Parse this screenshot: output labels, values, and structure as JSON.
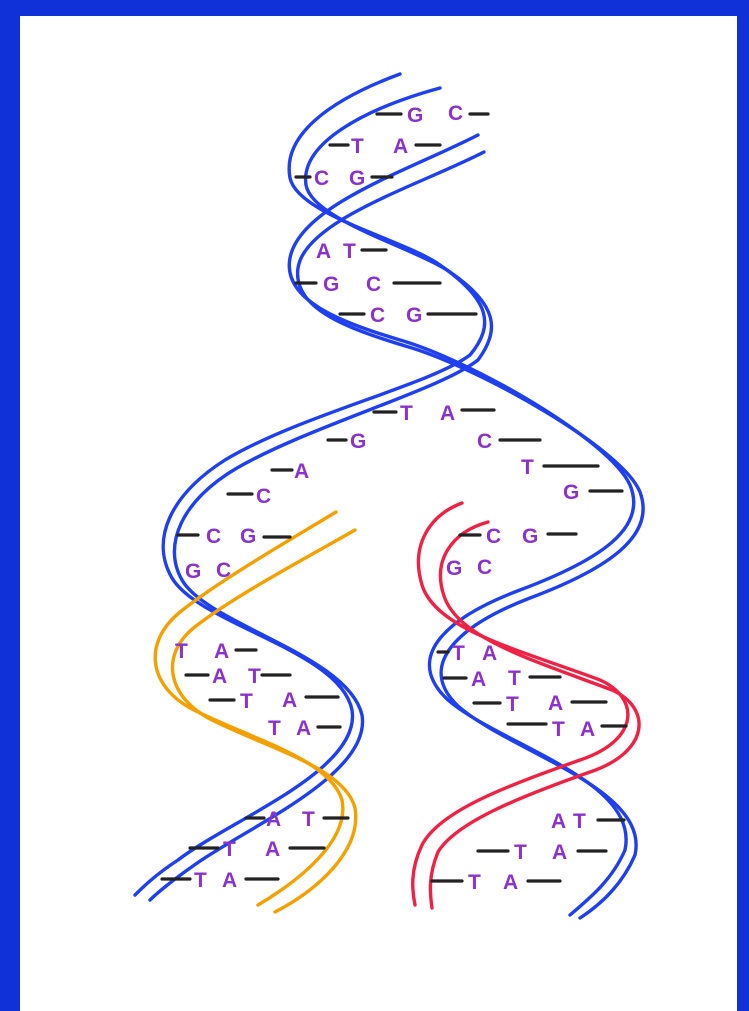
{
  "figure": {
    "background_color": "#1030d8",
    "panel_color": "#ffffff",
    "colors": {
      "parent_strand": "#1f3ff0",
      "new_strand_left": "#f2a100",
      "new_strand_right": "#ee2245",
      "base_letters": "#8a33cc",
      "bonds": "#222222"
    }
  },
  "parent_helix": {
    "pairs": [
      {
        "id": "p1",
        "left": "G",
        "right": "C"
      },
      {
        "id": "p2",
        "left": "T",
        "right": "A"
      },
      {
        "id": "p3",
        "left": "C",
        "right": "G"
      },
      {
        "id": "p4",
        "left": "A",
        "right": "T"
      },
      {
        "id": "p5",
        "left": "G",
        "right": "C"
      },
      {
        "id": "p6",
        "left": "C",
        "right": "G"
      },
      {
        "id": "p7",
        "left": "T",
        "right": "A"
      }
    ]
  },
  "fork": {
    "left_unpaired": [
      "G",
      "A",
      "C"
    ],
    "right_unpaired": [
      "C",
      "T",
      "G"
    ]
  },
  "left_daughter": {
    "pairs": [
      {
        "id": "l1",
        "left": "C",
        "right": "G"
      },
      {
        "id": "l2",
        "left": "G",
        "right": "C"
      },
      {
        "id": "l3",
        "left": "T",
        "right": "A"
      },
      {
        "id": "l4",
        "left": "A",
        "right": "T"
      },
      {
        "id": "l5",
        "left": "T",
        "right": "A"
      },
      {
        "id": "l6",
        "left": "T",
        "right": "A"
      },
      {
        "id": "l7",
        "left": "A",
        "right": "T"
      },
      {
        "id": "l8",
        "left": "T",
        "right": "A"
      },
      {
        "id": "l9",
        "left": "T",
        "right": "A"
      }
    ]
  },
  "right_daughter": {
    "pairs": [
      {
        "id": "r1",
        "left": "C",
        "right": "G"
      },
      {
        "id": "r2",
        "left": "G",
        "right": "C"
      },
      {
        "id": "r3",
        "left": "T",
        "right": "A"
      },
      {
        "id": "r4",
        "left": "A",
        "right": "T"
      },
      {
        "id": "r5",
        "left": "T",
        "right": "A"
      },
      {
        "id": "r6",
        "left": "T",
        "right": "A"
      },
      {
        "id": "r7",
        "left": "A",
        "right": "T"
      },
      {
        "id": "r8",
        "left": "T",
        "right": "A"
      },
      {
        "id": "r9",
        "left": "T",
        "right": "A"
      }
    ]
  }
}
